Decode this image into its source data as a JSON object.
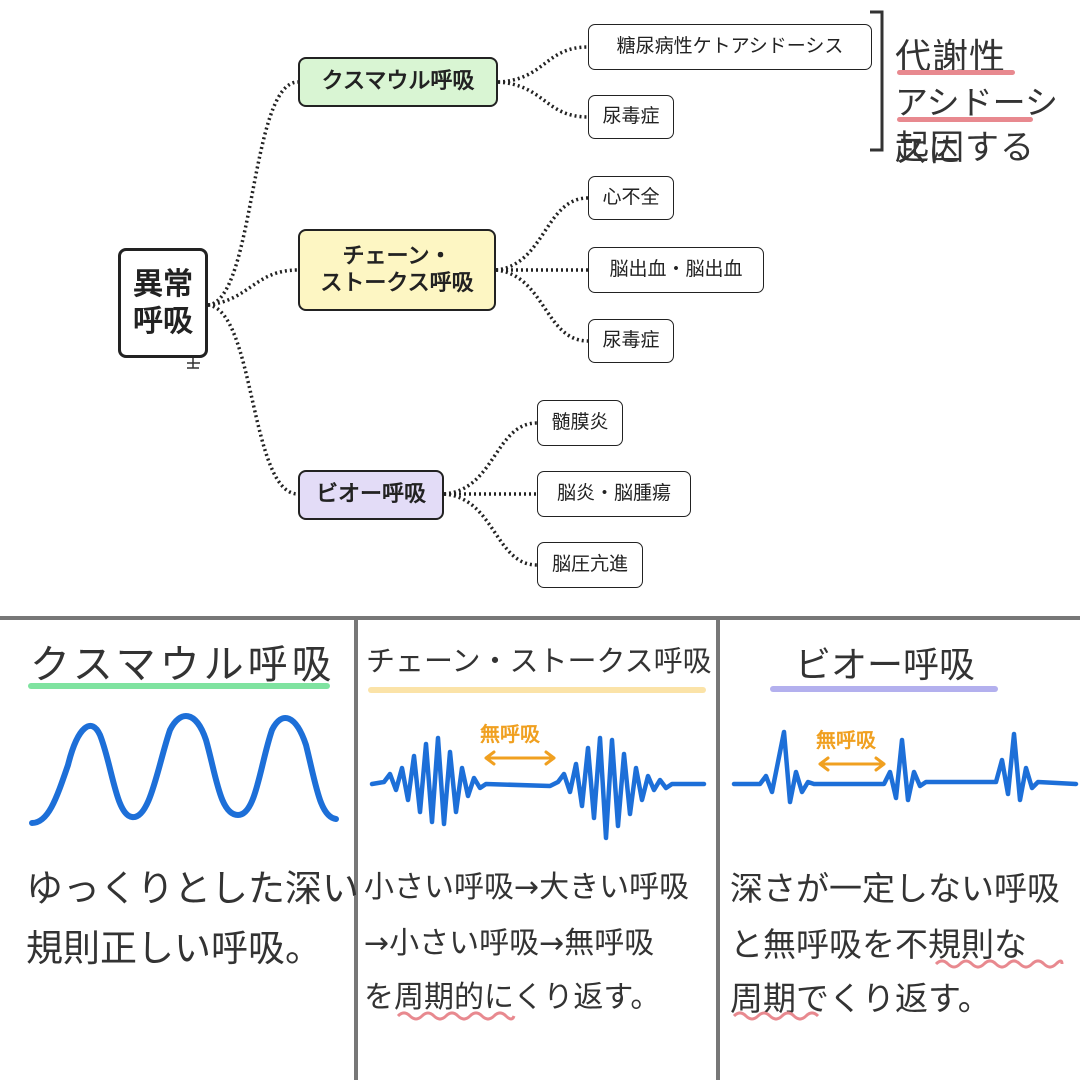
{
  "mindmap": {
    "root": {
      "line1": "異常",
      "line2": "呼吸"
    },
    "categories": [
      {
        "label": "クスマウル呼吸",
        "color": "#d9f5d3",
        "leaves": [
          "糖尿病性ケトアシドーシス",
          "尿毒症"
        ]
      },
      {
        "label_line1": "チェーン・",
        "label_line2": "ストークス呼吸",
        "color": "#fdf6c3",
        "leaves": [
          "心不全",
          "脳出血・脳出血",
          "尿毒症"
        ]
      },
      {
        "label": "ビオー呼吸",
        "color": "#e3dcf7",
        "leaves": [
          "髄膜炎",
          "脳炎・脳腫瘍",
          "脳圧亢進"
        ]
      }
    ],
    "note": {
      "line1": "代謝性",
      "line2": "アシドーシスに",
      "line3": "起因する",
      "underline_color": "#e8898f"
    }
  },
  "panels": [
    {
      "title": "クスマウル呼吸",
      "underline_color": "#7fe3a0",
      "text_lines": [
        "ゆっくりとした深い",
        "規則正しい呼吸。"
      ]
    },
    {
      "title": "チェーン・ストークス呼吸",
      "underline_color": "#fbe3a8",
      "annotation": "無呼吸",
      "annotation_color": "#f0a020",
      "text_lines": [
        "小さい呼吸→大きい呼吸",
        "→小さい呼吸→無呼吸",
        "を周期的にくり返す。"
      ]
    },
    {
      "title": "ビオー呼吸",
      "underline_color": "#b3b0ee",
      "annotation": "無呼吸",
      "annotation_color": "#f0a020",
      "text_lines": [
        "深さが一定しない呼吸",
        "と無呼吸を不規則な",
        "周期でくり返す。"
      ]
    }
  ],
  "colors": {
    "wave": "#1d6fd8",
    "wavy_underline": "#e8898f",
    "connector": "#222222"
  }
}
